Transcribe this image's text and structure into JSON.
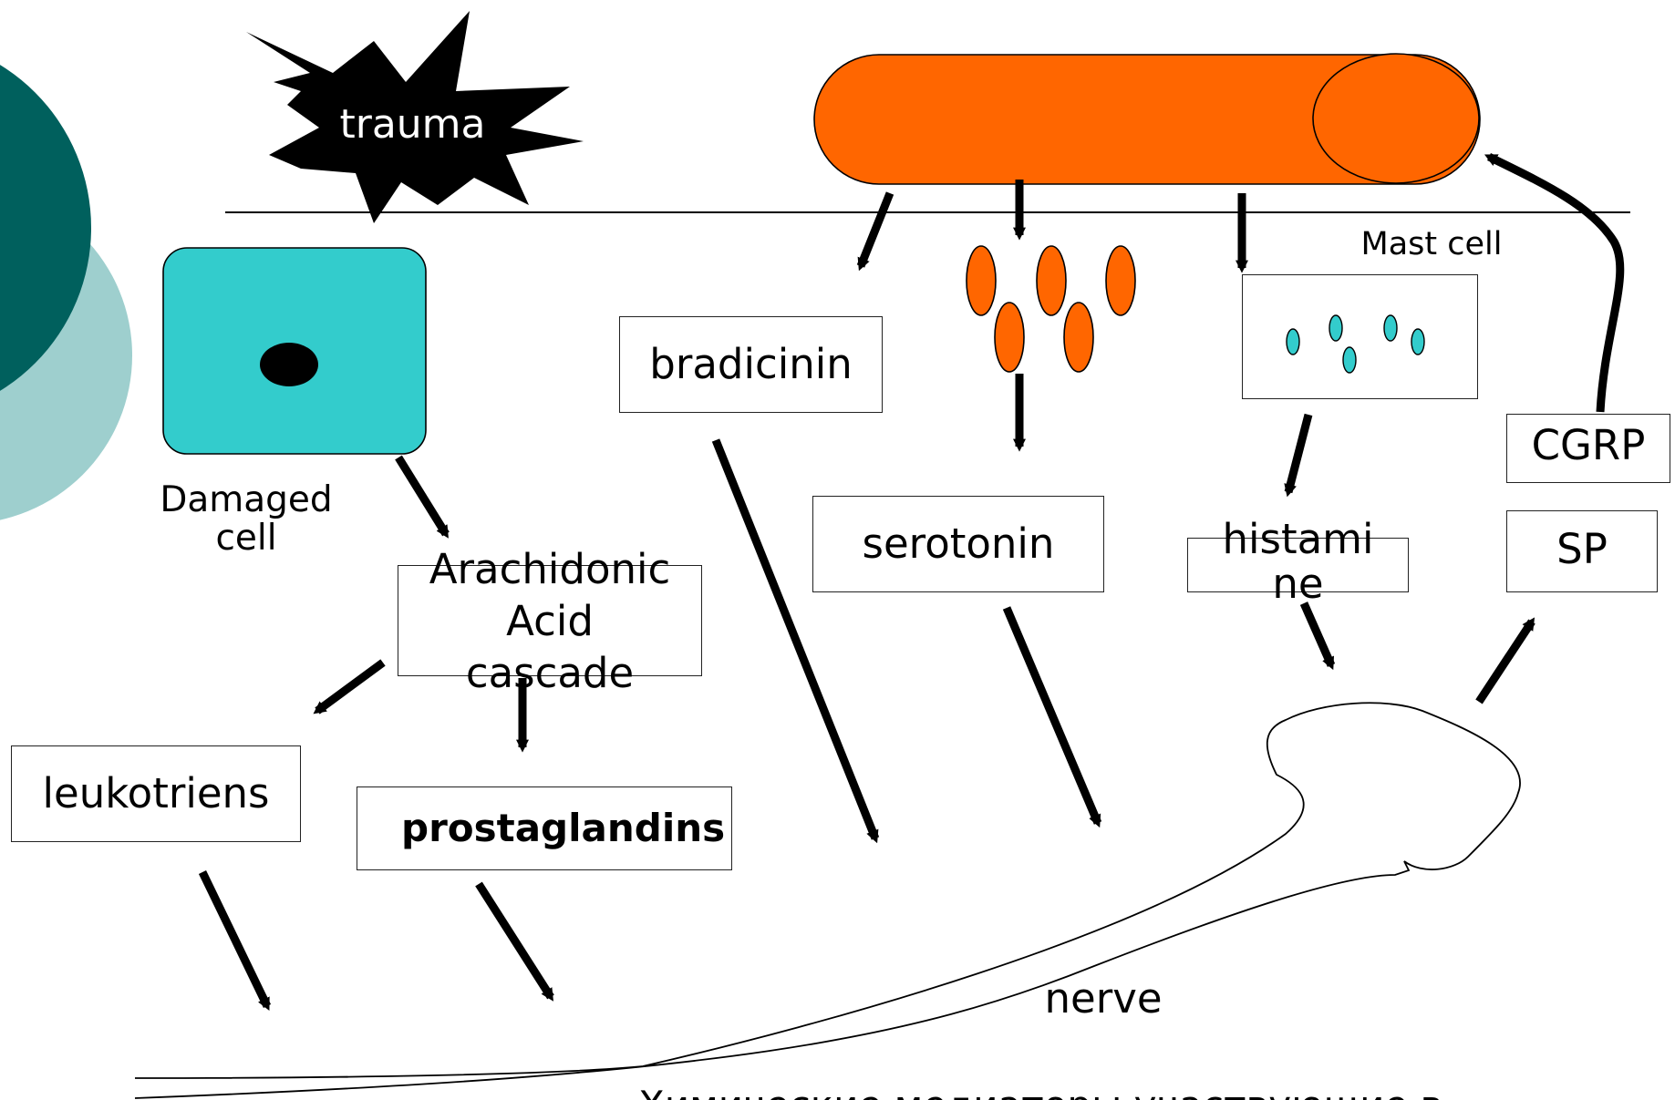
{
  "colors": {
    "teal_dark": "#00605D",
    "teal_light": "#9ECFCE",
    "cyan_cell": "#33CCCC",
    "mast_orange": "#FF6600",
    "black": "#000000"
  },
  "labels": {
    "trauma": "trauma",
    "damaged_cell_line1": "Damaged",
    "damaged_cell_line2": "cell",
    "mast_cell": "Mast cell",
    "bradicinin": "bradicinin",
    "serotonin": "serotonin",
    "histamine_line1": "histami",
    "histamine_line2": "ne",
    "cgrp": "CGRP",
    "sp": "SP",
    "arachidonic_line1": "Arachidonic",
    "arachidonic_line2": "Acid",
    "arachidonic_line3": "cascade",
    "leukotriens": "leukotriens",
    "prostaglandins": "prostaglandins",
    "nerve": "nerve",
    "footer_partial": "Химические медиаторы участвующие в"
  },
  "icons": {
    "trauma_burst": "starburst-icon",
    "damaged_cell": "cell-icon",
    "mast_cell": "mast-cell-icon",
    "nerve_ending": "nerve-ending-icon"
  }
}
